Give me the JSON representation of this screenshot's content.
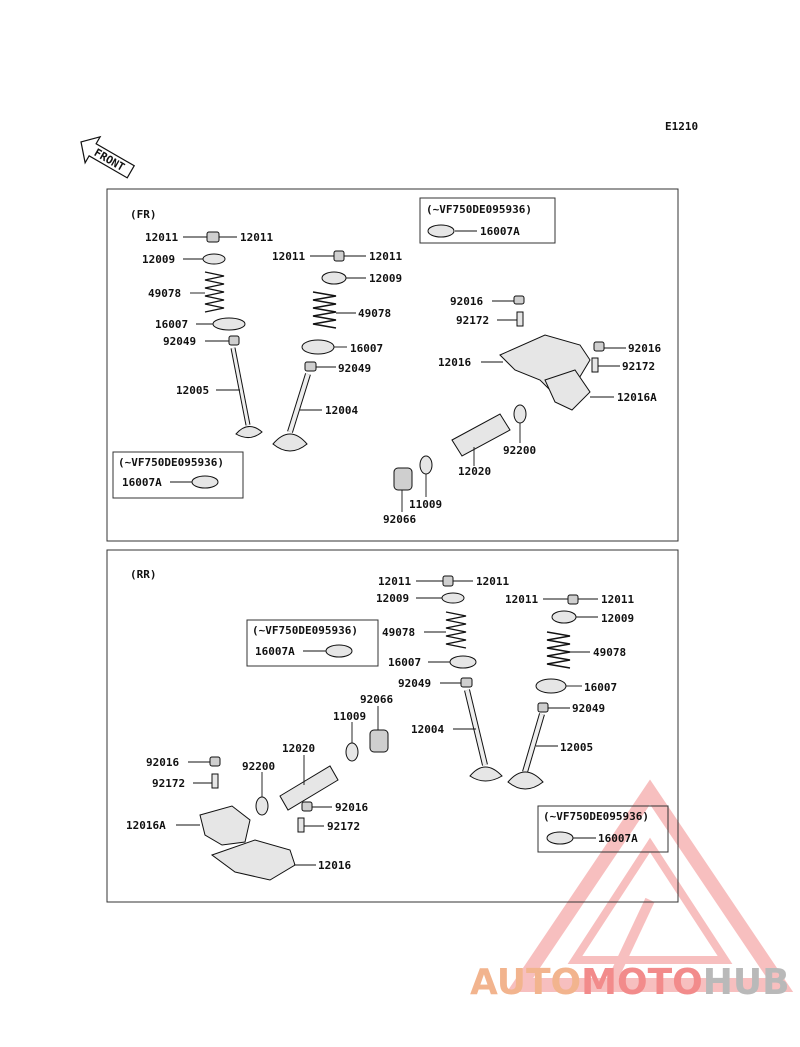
{
  "figure_code": "E1210",
  "front_label": "FRONT",
  "brand": {
    "part1": "AUTO",
    "part2": "MOTO",
    "part3": "HUB"
  },
  "colors": {
    "logo_red": "#f28b8b",
    "logo_orange": "#f2b48e",
    "logo_gray": "#b9b9b9"
  },
  "front_section": {
    "title": "(FR)",
    "note_a": {
      "serial": "(~VF750DE095936)",
      "part": "16007A"
    },
    "note_b": {
      "serial": "(~VF750DE095936)",
      "part": "16007A"
    },
    "labels": {
      "c1_12011": "12011",
      "c2_12011": "12011",
      "c3_12011": "12011",
      "c4_12011": "12011",
      "a_12009": "12009",
      "b_12009": "12009",
      "a_49078": "49078",
      "b_49078": "49078",
      "a_16007": "16007",
      "b_16007": "16007",
      "a_92049": "92049",
      "b_92049": "92049",
      "p_12005": "12005",
      "p_12004": "12004",
      "a_92016": "92016",
      "b_92016": "92016",
      "a_92172": "92172",
      "b_92172": "92172",
      "p_12016": "12016",
      "p_12016A": "12016A",
      "p_92200": "92200",
      "p_12020": "12020",
      "p_11009": "11009",
      "p_92066": "92066"
    }
  },
  "rear_section": {
    "title": "(RR)",
    "note_a": {
      "serial": "(~VF750DE095936)",
      "part": "16007A"
    },
    "note_b": {
      "serial": "(~VF750DE095936)",
      "part": "16007A"
    },
    "labels": {
      "c1_12011": "12011",
      "c2_12011": "12011",
      "c3_12011": "12011",
      "c4_12011": "12011",
      "a_12009": "12009",
      "b_12009": "12009",
      "a_49078": "49078",
      "b_49078": "49078",
      "a_16007": "16007",
      "b_16007": "16007",
      "a_92049": "92049",
      "b_92049": "92049",
      "p_12004": "12004",
      "p_12005": "12005",
      "p_92066": "92066",
      "p_11009": "11009",
      "p_12020": "12020",
      "p_92200": "92200",
      "a_92016": "92016",
      "b_92016": "92016",
      "a_92172": "92172",
      "b_92172": "92172",
      "p_12016A": "12016A",
      "p_12016": "12016"
    }
  }
}
